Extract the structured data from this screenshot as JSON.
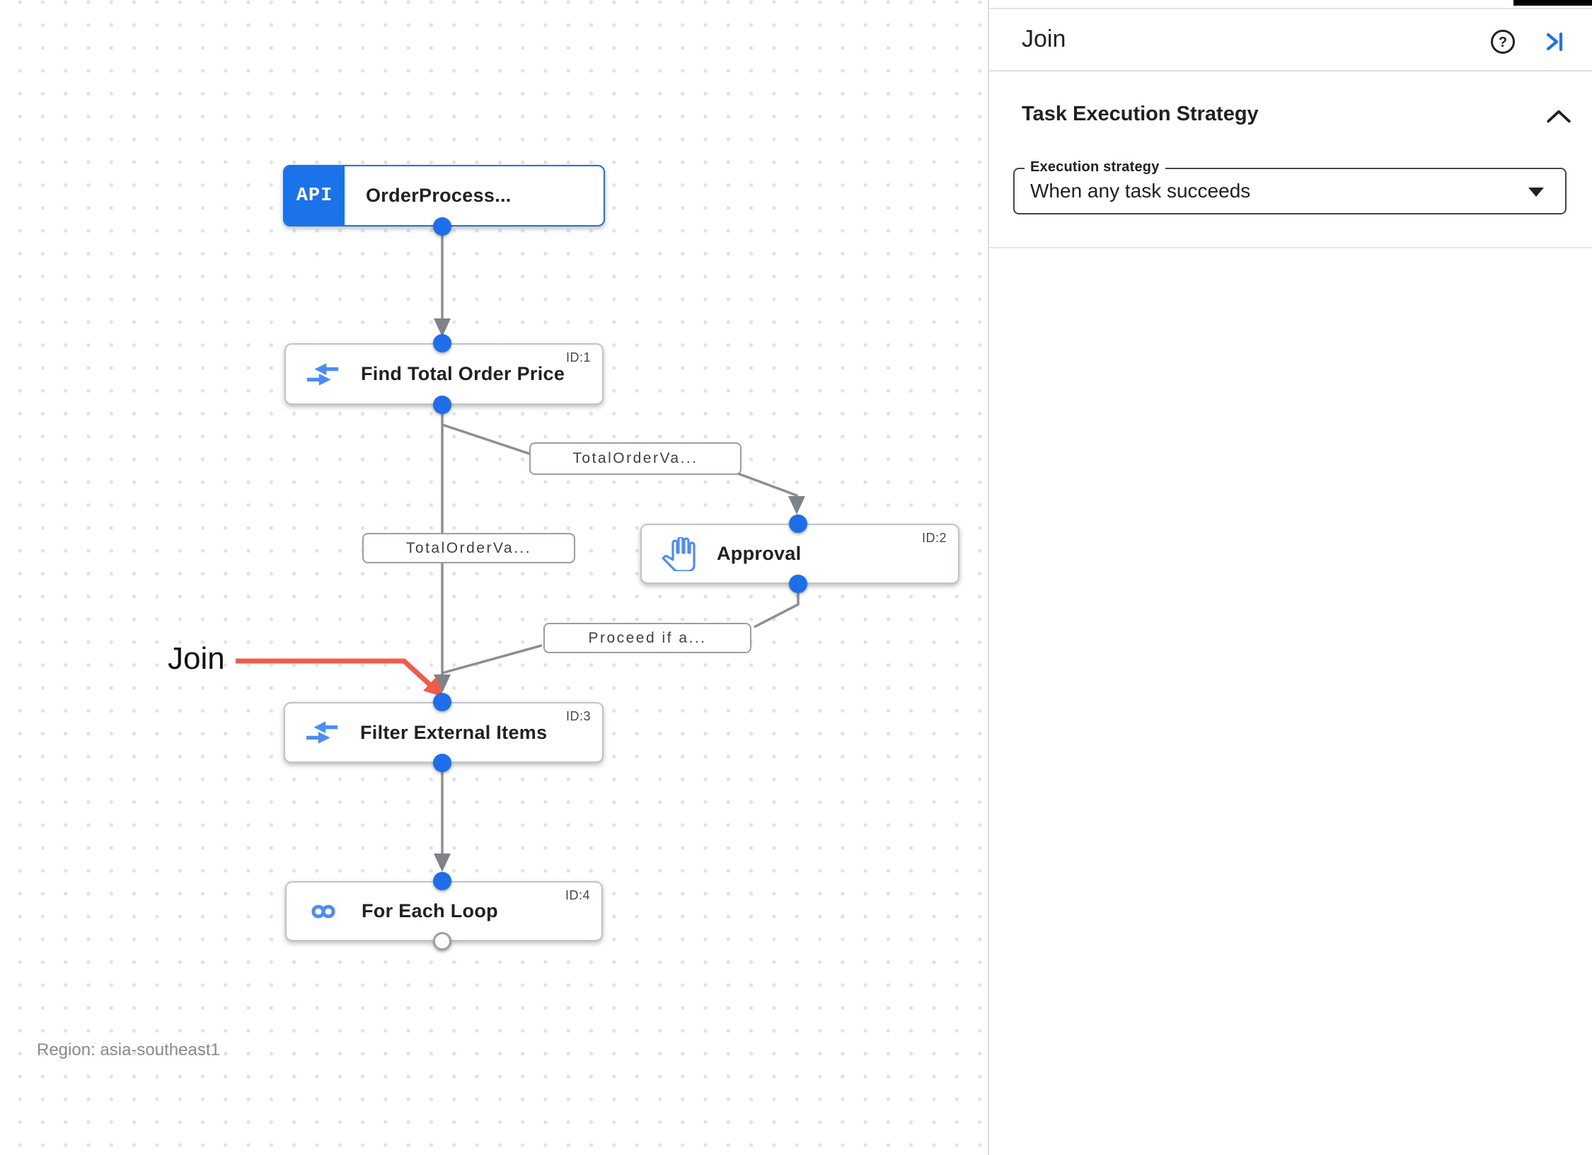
{
  "panel": {
    "title": "Join",
    "icons": {
      "help": "help-icon",
      "collapse": "collapse-panel-icon"
    },
    "section": {
      "title": "Task Execution Strategy",
      "field_label": "Execution strategy",
      "field_value": "When any task succeeds"
    }
  },
  "canvas": {
    "nodes": [
      {
        "title": "OrderProcess...",
        "badge": "API",
        "id_label": "",
        "icon": "api-trigger-badge"
      },
      {
        "title": "Find Total Order Price",
        "id_label": "ID:1",
        "icon": "data-mapping-icon"
      },
      {
        "title": "Approval",
        "id_label": "ID:2",
        "icon": "approval-hand-icon"
      },
      {
        "title": "Filter External Items",
        "id_label": "ID:3",
        "icon": "data-mapping-icon"
      },
      {
        "title": "For Each Loop",
        "id_label": "ID:4",
        "icon": "for-each-loop-icon"
      }
    ],
    "edge_labels": [
      {
        "text": "TotalOrderVa..."
      },
      {
        "text": "TotalOrderVa..."
      },
      {
        "text": "Proceed if a..."
      }
    ],
    "annotation": {
      "text": "Join"
    },
    "region_label": "Region: asia-southeast1"
  },
  "colors": {
    "accent_blue": "#1A73E8",
    "icon_blue": "#4C8DF5",
    "edge_gray": "#8A8F94",
    "annotation_red": "#F15B4B",
    "text_primary": "#202124"
  }
}
